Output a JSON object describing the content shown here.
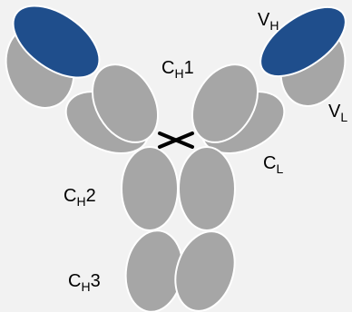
{
  "labels": {
    "vh": {
      "main": "V",
      "sub": "H"
    },
    "vl": {
      "main": "V",
      "sub": "L"
    },
    "ch1": {
      "main": "C",
      "sub": "H",
      "tail": "1"
    },
    "cl": {
      "main": "C",
      "sub": "L"
    },
    "ch2": {
      "main": "C",
      "sub": "H",
      "tail": "2"
    },
    "ch3": {
      "main": "C",
      "sub": "H",
      "tail": "3"
    }
  },
  "colors": {
    "background": "#f2f2f2",
    "heavy_variable": "#1f4e8c",
    "constant_domain": "#a6a6a6",
    "outline": "#ffffff",
    "disulfide_bond": "#000000"
  }
}
